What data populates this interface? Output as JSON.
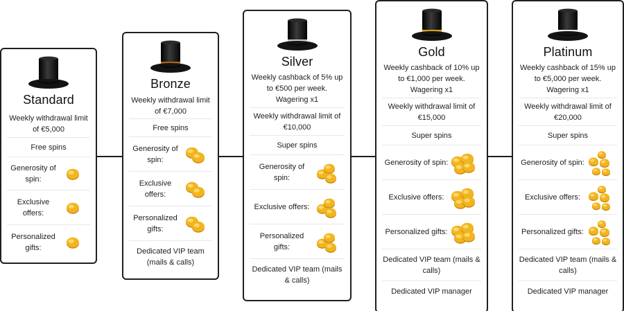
{
  "colors": {
    "border": "#1f1f1f",
    "coin": "#f2b420",
    "coin_dark": "#c9870b",
    "hat": "#141414"
  },
  "tiers": [
    {
      "name": "Standard",
      "hat_band": "none",
      "sections": [
        {
          "text": "Weekly withdrawal limit of €5,000"
        },
        {
          "text": "Free spins"
        },
        {
          "label": "Generosity of spin:",
          "icon": "coin-icon"
        },
        {
          "label": "Exclusive offers:",
          "icon": "coin-icon"
        },
        {
          "label": "Personalized gifts:",
          "icon": "coin-icon"
        }
      ]
    },
    {
      "name": "Bronze",
      "hat_band": "#b0631a",
      "sections": [
        {
          "text": "Weekly withdrawal limit of €7,000"
        },
        {
          "text": "Free spins"
        },
        {
          "label": "Generosity of spin:",
          "icon": "coins-icon"
        },
        {
          "label": "Exclusive offers:",
          "icon": "coins-icon"
        },
        {
          "label": "Personalized gifts:",
          "icon": "coins-icon"
        },
        {
          "text": "Dedicated VIP team (mails & calls)"
        }
      ]
    },
    {
      "name": "Silver",
      "hat_band": "#c9c9c9",
      "sections": [
        {
          "text": "Weekly cashback of 5% up to €500 per week. Wagering x1"
        },
        {
          "text": "Weekly withdrawal limit of €10,000"
        },
        {
          "text": "Super spins"
        },
        {
          "label": "Generosity of spin:",
          "icon": "coins-icon"
        },
        {
          "label": "Exclusive offers:",
          "icon": "coins-icon"
        },
        {
          "label": "Personalized gifts:",
          "icon": "coins-icon"
        },
        {
          "text": "Dedicated VIP team (mails & calls)"
        }
      ]
    },
    {
      "name": "Gold",
      "hat_band": "#d9a11e",
      "sections": [
        {
          "text": "Weekly cashback of 10% up to €1,000 per week. Wagering x1"
        },
        {
          "text": "Weekly withdrawal limit of €15,000"
        },
        {
          "text": "Super spins"
        },
        {
          "label": "Generosity of spin:",
          "icon": "coins-icon"
        },
        {
          "label": "Exclusive offers:",
          "icon": "coins-icon"
        },
        {
          "label": "Personalized gifts:",
          "icon": "coins-icon"
        },
        {
          "text": "Dedicated VIP team (mails & calls)"
        },
        {
          "text": "Dedicated VIP manager"
        }
      ]
    },
    {
      "name": "Platinum",
      "hat_band": "#e9e9e9",
      "sections": [
        {
          "text": "Weekly cashback of 15% up to €5,000 per week. Wagering x1"
        },
        {
          "text": "Weekly withdrawal limit of €20,000"
        },
        {
          "text": "Super spins"
        },
        {
          "label": "Generosity of spin:",
          "icon": "coins-icon"
        },
        {
          "label": "Exclusive offers:",
          "icon": "coins-icon"
        },
        {
          "label": "Personalized gifts:",
          "icon": "coins-icon"
        },
        {
          "text": "Dedicated VIP team (mails & calls)"
        },
        {
          "text": "Dedicated VIP manager"
        }
      ]
    }
  ]
}
